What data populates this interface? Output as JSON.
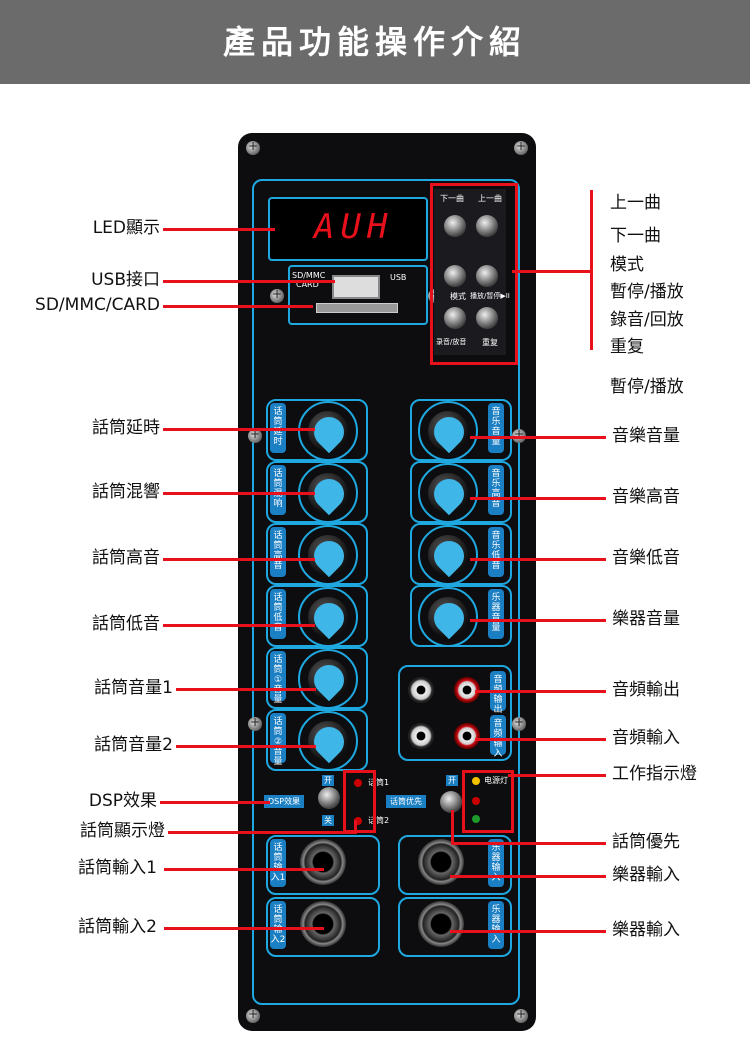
{
  "title": "產品功能操作介紹",
  "display_text": "AUH",
  "left_labels": {
    "led": "LED顯示",
    "usb": "USB接口",
    "sd": "SD/MMC/CARD",
    "mic_delay": "話筒延時",
    "mic_reverb": "話筒混響",
    "mic_treble": "話筒高音",
    "mic_bass": "話筒低音",
    "mic_vol1": "話筒音量1",
    "mic_vol2": "話筒音量2",
    "dsp": "DSP效果",
    "mic_indicator": "話筒顯示燈",
    "mic_in1": "話筒輸入1",
    "mic_in2": "話筒輸入2"
  },
  "right_labels": {
    "prev": "上一曲",
    "next": "下一曲",
    "mode": "模式",
    "play_pause": "暫停/播放",
    "record": "錄音/回放",
    "repeat": "重复",
    "play_pause2": "暫停/播放",
    "music_vol": "音樂音量",
    "music_treble": "音樂高音",
    "music_bass": "音樂低音",
    "instr_vol": "樂器音量",
    "audio_out": "音頻輸出",
    "audio_in": "音頻輸入",
    "power_led": "工作指示燈",
    "mic_priority": "話筒優先",
    "instr_in1": "樂器輸入",
    "instr_in2": "樂器輸入"
  },
  "panel_text": {
    "sd_mmc": "SD/MMC",
    "card": "CARD",
    "usb": "USB",
    "mode_btn": "模式",
    "play_btn": "播放/暂停▶II",
    "prev_btn": "下一曲",
    "next_btn": "上一曲",
    "rec_btn": "录音/放音",
    "rep_btn": "重复",
    "tag_delay": "话筒延时",
    "tag_reverb": "话筒混响",
    "tag_treble": "话筒高音",
    "tag_bass": "话筒低音",
    "tag_vol1": "话筒①音量",
    "tag_vol2": "话筒②音量",
    "tag_mvol": "音乐音量",
    "tag_mtreble": "音乐高音",
    "tag_mbass": "音乐低音",
    "tag_ivol": "乐器音量",
    "tag_out": "音频输出",
    "tag_in": "音频输入",
    "dsp_tag": "DSP效果",
    "on": "开",
    "off": "关",
    "mic1": "话筒1",
    "mic2": "话筒2",
    "priority": "话筒优先",
    "power_led": "电源灯",
    "tag_mic_in1": "话筒输入1",
    "tag_mic_in2": "话筒输入2",
    "tag_instr_in1": "乐器输入",
    "tag_instr_in2": "乐器输入"
  },
  "colors": {
    "accent": "#e8101a",
    "panel_blue": "#1fa8e0",
    "banner": "#6b6b6b"
  }
}
